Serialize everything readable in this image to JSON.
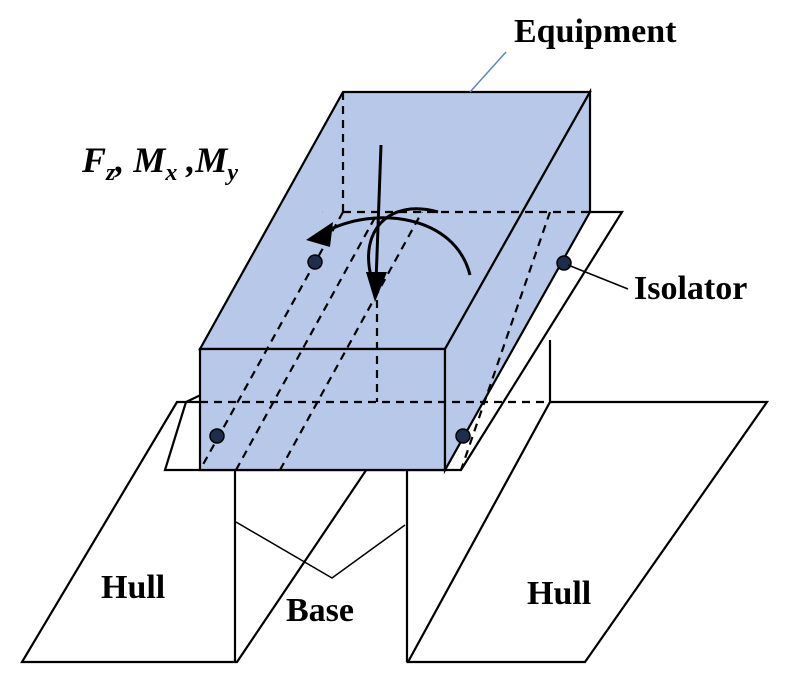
{
  "labels": {
    "equipment": "Equipment",
    "isolator": "Isolator",
    "hull_left": "Hull",
    "hull_right": "Hull",
    "base": "Base"
  },
  "load": {
    "f": "F",
    "f_sub": "z",
    "mx": "M",
    "mx_sub": "x",
    "my": "M",
    "my_sub": "y"
  },
  "colors": {
    "box_fill": "#b8c8e8",
    "leader_line": "#5b86c5",
    "isolator_dot": "#1f2d4d"
  }
}
